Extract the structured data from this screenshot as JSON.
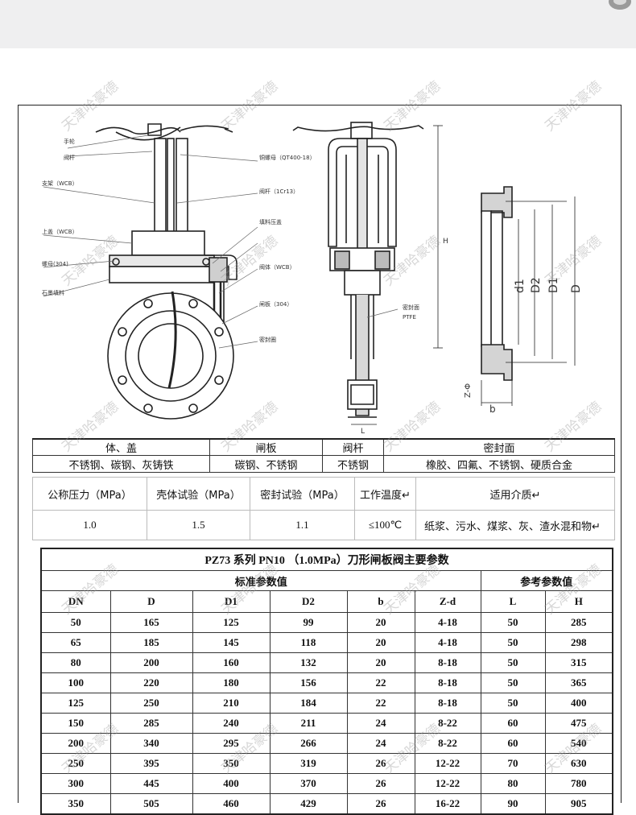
{
  "drawing": {
    "callouts": [
      "手轮",
      "阀杆",
      "支架（WCB）",
      "上盖（WCB）",
      "螺母(304)",
      "石墨填料",
      "铜螺母（QT400-18）",
      "阀杆（1Cr13）",
      "填料压盖",
      "阀体（WCB）",
      "闸板（304）",
      "密封圈",
      "密封面",
      "PTFE"
    ],
    "dims": [
      "d1",
      "D2",
      "D1",
      "D",
      "b",
      "Z-Φ",
      "L",
      "H"
    ]
  },
  "material_table": {
    "headers": [
      "体、盖",
      "闸板",
      "阀杆",
      "密封面"
    ],
    "values": [
      "不锈钢、碳钢、灰铸铁",
      "碳钢、不锈钢",
      "不锈钢",
      "橡胶、四氟、不锈钢、硬质合金"
    ]
  },
  "pressure_table": {
    "headers": [
      "公称压力（MPa）",
      "壳体试验（MPa）",
      "密封试验（MPa）",
      "工作温度↵",
      "适用介质↵"
    ],
    "values": [
      "1.0",
      "1.5",
      "1.1",
      "≤100℃",
      "纸浆、污水、煤浆、灰、渣水混和物↵"
    ]
  },
  "param_table": {
    "title": "PZ73 系列 PN10 （1.0MPa）刀形闸板阀主要参数",
    "group_standard": "标准参数值",
    "group_reference": "参考参数值",
    "columns": [
      "DN",
      "D",
      "D1",
      "D2",
      "b",
      "Z-d",
      "L",
      "H"
    ],
    "rows": [
      [
        "50",
        "165",
        "125",
        "99",
        "20",
        "4-18",
        "50",
        "285"
      ],
      [
        "65",
        "185",
        "145",
        "118",
        "20",
        "4-18",
        "50",
        "298"
      ],
      [
        "80",
        "200",
        "160",
        "132",
        "20",
        "8-18",
        "50",
        "315"
      ],
      [
        "100",
        "220",
        "180",
        "156",
        "22",
        "8-18",
        "50",
        "365"
      ],
      [
        "125",
        "250",
        "210",
        "184",
        "22",
        "8-18",
        "50",
        "400"
      ],
      [
        "150",
        "285",
        "240",
        "211",
        "24",
        "8-22",
        "60",
        "475"
      ],
      [
        "200",
        "340",
        "295",
        "266",
        "24",
        "8-22",
        "60",
        "540"
      ],
      [
        "250",
        "395",
        "350",
        "319",
        "26",
        "12-22",
        "70",
        "630"
      ],
      [
        "300",
        "445",
        "400",
        "370",
        "26",
        "12-22",
        "80",
        "780"
      ],
      [
        "350",
        "505",
        "460",
        "429",
        "26",
        "16-22",
        "90",
        "905"
      ]
    ]
  },
  "watermark": "天津哈豪德"
}
